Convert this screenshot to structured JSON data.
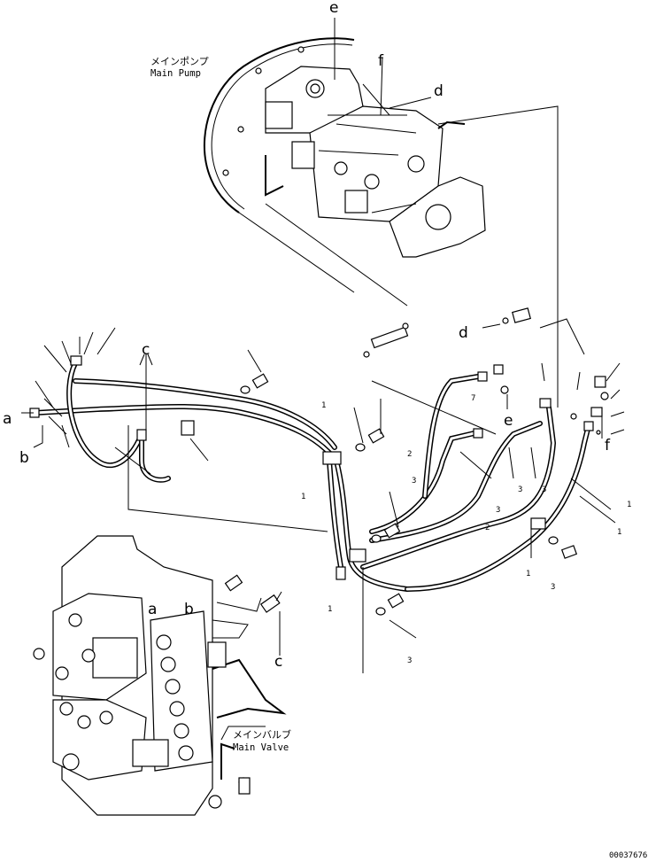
{
  "diagram": {
    "drawing_number": "00037676",
    "main_pump": {
      "label_jp": "メインポンプ",
      "label_en": "Main Pump"
    },
    "main_valve": {
      "label_jp": "メインバルブ",
      "label_en": "Main Valve"
    },
    "connection_letters": {
      "e_top": "e",
      "f_top": "f",
      "d_top": "d",
      "c_upper": "c",
      "a_left": "a",
      "b_left": "b",
      "d_right": "d",
      "e_right": "e",
      "f_right": "f",
      "a_valve": "a",
      "b_valve": "b",
      "c_valve": "c"
    },
    "callout_numbers": {
      "n1": "1",
      "n2": "2",
      "n3": "3",
      "n4": "1",
      "n5": "3",
      "n6": "3",
      "n7": "3",
      "n8": "2",
      "n9": "1",
      "n10": "3",
      "n11": "1",
      "n12": "1",
      "n13": "3",
      "n14": "1",
      "n15": "7"
    }
  }
}
